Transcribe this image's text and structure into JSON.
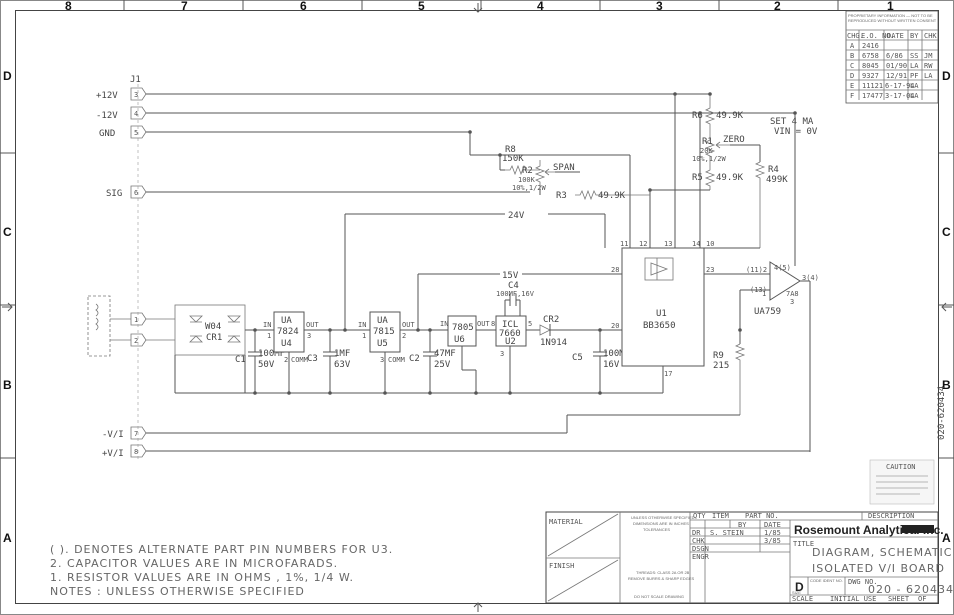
{
  "zones_top": [
    "8",
    "7",
    "6",
    "5",
    "4",
    "3",
    "2",
    "1"
  ],
  "zones_side": [
    "D",
    "C",
    "B",
    "A"
  ],
  "connector": {
    "ref": "J1",
    "pins": [
      {
        "num": "3",
        "label": "+12V"
      },
      {
        "num": "4",
        "label": "-12V"
      },
      {
        "num": "5",
        "label": "GND"
      },
      {
        "num": "6",
        "label": "SIG"
      },
      {
        "num": "1",
        "label": ""
      },
      {
        "num": "2",
        "label": ""
      },
      {
        "num": "7",
        "label": "-V/I"
      },
      {
        "num": "8",
        "label": "+V/I"
      }
    ]
  },
  "components": {
    "bridge": {
      "part": "W04",
      "ref": "CR1"
    },
    "c1": {
      "ref": "C1",
      "value": "100MF",
      "rating": "50V"
    },
    "u4": {
      "line1": "UA",
      "line2": "7824",
      "ref": "U4",
      "in": "IN",
      "out": "OUT",
      "com": "COMM",
      "pin_in": "1",
      "pin_out": "3",
      "pin_com": "2"
    },
    "c3": {
      "ref": "C3",
      "value": "1MF",
      "rating": "63V"
    },
    "u5": {
      "line1": "UA",
      "line2": "7815",
      "ref": "U5",
      "in": "IN",
      "out": "OUT",
      "com": "COMM",
      "pin_in": "1",
      "pin_out": "2",
      "pin_com": "3"
    },
    "c2": {
      "ref": "C2",
      "value": "47MF",
      "rating": "25V"
    },
    "u6": {
      "line1": "7805",
      "ref": "U6",
      "in": "IN",
      "out": "OUT",
      "pin_out": "8"
    },
    "u2": {
      "line1": "ICL",
      "line2": "7660",
      "ref": "U2",
      "pin_left": "2",
      "pin_right": "5",
      "pin_bottom": "3"
    },
    "c4": {
      "ref": "C4",
      "value": "100MF,16V"
    },
    "cr2": {
      "ref": "CR2",
      "part": "1N914"
    },
    "c5": {
      "ref": "C5",
      "value": "100MF",
      "rating": "16V"
    },
    "u1": {
      "ref": "U1",
      "part": "BB3650",
      "pins": [
        "11",
        "12",
        "13",
        "14",
        "28",
        "20",
        "23",
        "10",
        "17"
      ]
    },
    "u3": {
      "part": "UA759",
      "pins": [
        "(11)2",
        "4(5)",
        "3(4)",
        "(13)",
        "7A8",
        "3",
        "1"
      ]
    },
    "resistors": [
      {
        "ref": "R8",
        "value": "150K"
      },
      {
        "ref": "R2",
        "value": "100K",
        "note": "10%,1/2W",
        "name": "SPAN"
      },
      {
        "ref": "R3",
        "value": "49.9K"
      },
      {
        "ref": "R6",
        "value": "49.9K"
      },
      {
        "ref": "R1",
        "value": "20K",
        "note": "10%,1/2W",
        "name": "ZERO"
      },
      {
        "ref": "R5",
        "value": "49.9K"
      },
      {
        "ref": "R4",
        "value": "499K"
      },
      {
        "ref": "R9",
        "value": "215"
      }
    ]
  },
  "nets": {
    "v24": "24V",
    "v15": "15V"
  },
  "setup_note": [
    "SET 4 MA",
    "VIN = 0V"
  ],
  "notes": [
    "( ). DENOTES ALTERNATE PART PIN NUMBERS FOR U3.",
    "2. CAPACITOR VALUES ARE IN MICROFARADS.",
    "1. RESISTOR VALUES ARE IN OHMS , 1%, 1/4 W.",
    "NOTES : UNLESS OTHERWISE SPECIFIED"
  ],
  "revision_table": {
    "headers": [
      "CHG.",
      "E.O. NO.",
      "DATE",
      "BY",
      "CHK"
    ],
    "rows": [
      [
        "A",
        "2416",
        "",
        "",
        ""
      ],
      [
        "B",
        "6758",
        "6/86",
        "SS",
        "JM"
      ],
      [
        "C",
        "8045",
        "01/90",
        "LA",
        "RW"
      ],
      [
        "D",
        "9327",
        "12/91",
        "PF",
        "LA"
      ],
      [
        "E",
        "11121",
        "6-17-94",
        "LA",
        ""
      ],
      [
        "F",
        "17477",
        "3-17-04",
        "LA",
        ""
      ]
    ]
  },
  "title_block": {
    "company": "Rosemount Analytical Inc.",
    "qty": "QTY",
    "item": "ITEM",
    "part_no": "PART NO.",
    "description": "DESCRIPTION",
    "material": "MATERIAL",
    "finish": "FINISH",
    "by": "BY",
    "date": "DATE",
    "dr": "DR",
    "dr_name": "S. STEIN",
    "dr_date": "1/85",
    "chk": "CHK",
    "chk_date": "3/85",
    "dsgn": "DSGN",
    "engr": "ENGR",
    "title_label": "TITLE",
    "title_line1": "DIAGRAM, SCHEMATIC",
    "title_line2": "ISOLATED V/I BOARD",
    "size_label": "SIZE",
    "size": "D",
    "code_ident": "CODE IDENT NO.",
    "dwg_label": "DWG NO.",
    "dwg_no": "020 - 620434",
    "scale": "SCALE",
    "initial_use": "INITIAL USE",
    "sheet": "SHEET",
    "of": "OF",
    "tolerances": [
      "UNLESS OTHERWISE SPECIFIED",
      "DIMENSIONS ARE IN INCHES",
      "TOLERANCES",
      "THREADS: CLASS 2A OR 2B",
      "REMOVE BURRS & SHARP EDGES",
      "DO NOT SCALE DRAWING"
    ]
  },
  "side_dwg": "020-620434",
  "caution": "CAUTION",
  "colors": {
    "line": "#555555",
    "paper": "#ffffff"
  }
}
